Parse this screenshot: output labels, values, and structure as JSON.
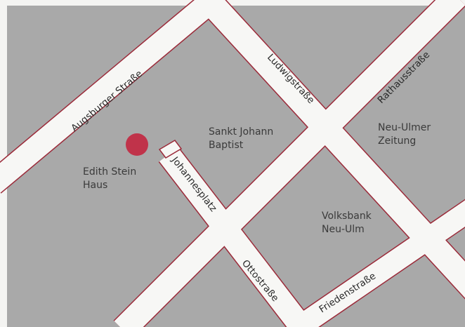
{
  "colors": {
    "block": "#a9a9a9",
    "street": "#f7f7f5",
    "street_edge": "#9b2a39",
    "marker": "#c0334a",
    "text": "#3a3a3a"
  },
  "streets": {
    "augsburger": "Augsburger Straße",
    "ludwig": "Ludwigstraße",
    "rathaus": "Rathausstraße",
    "johannes": "Johannesplatz",
    "otto": "Ottostraße",
    "frieden": "Friedenstraße"
  },
  "places": {
    "edith_line1": "Edith Stein",
    "edith_line2": "Haus",
    "sankt_line1": "Sankt Johann",
    "sankt_line2": "Baptist",
    "nuz_line1": "Neu-Ulmer",
    "nuz_line2": "Zeitung",
    "volksbank_line1": "Volksbank",
    "volksbank_line2": "Neu-Ulm"
  }
}
